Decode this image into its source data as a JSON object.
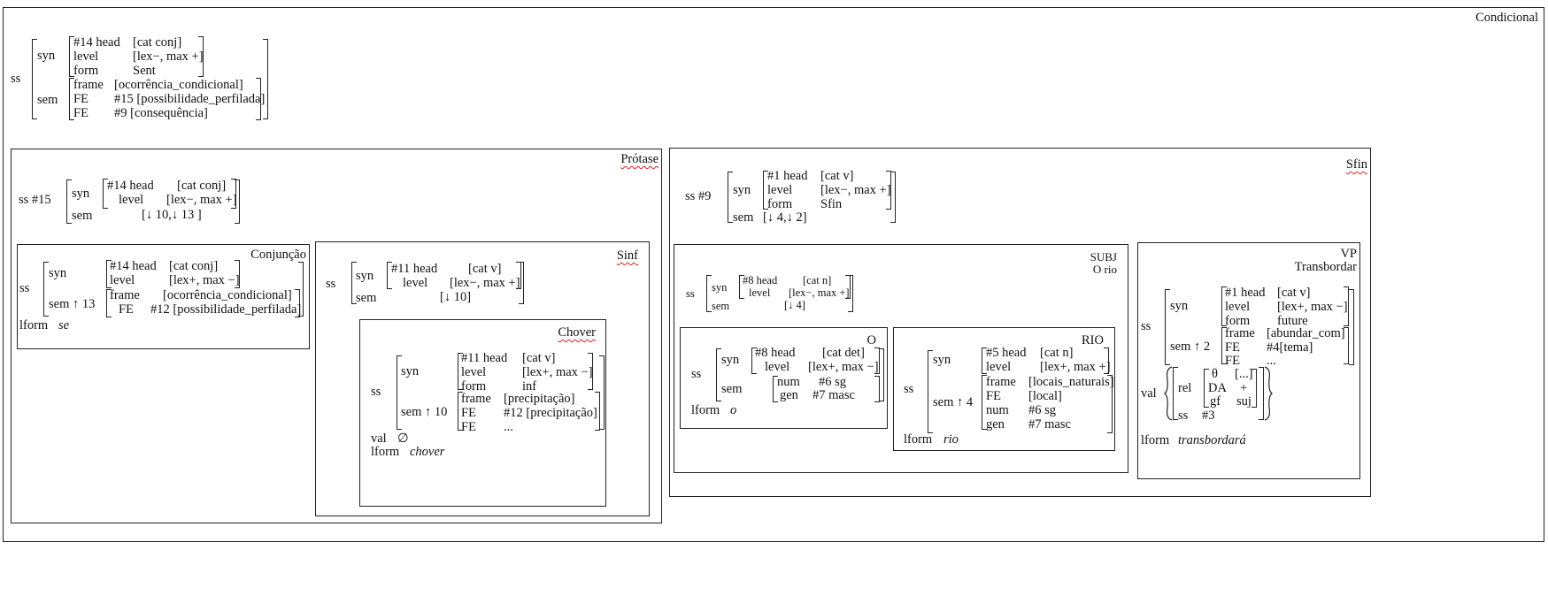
{
  "titles": {
    "condicional": "Condicional",
    "protase": "Prótase",
    "sfin": "Sfin",
    "conjuncao": "Conjunção",
    "sinf": "Sinf",
    "chover": "Chover",
    "subj": "SUBJ",
    "subj_sub": "O rio",
    "o": "O",
    "rio": "RIO",
    "vp": "VP",
    "vp_sub": "Transbordar"
  },
  "cond": {
    "ss": "ss",
    "syn": "syn",
    "sem": "sem",
    "head_key": "#14 head",
    "head_val": "[cat conj]",
    "level_key": "level",
    "level_val": "[lex−, max +]",
    "form_key": "form",
    "form_val": "Sent",
    "frame_key": "frame",
    "frame_val": "[ocorrência_condicional]",
    "fe_key": "FE",
    "fe1_val": "#15 [possibilidade_perfilada]",
    "fe2_val": "#9 [consequência]"
  },
  "prot": {
    "ss": "ss  #15",
    "syn": "syn",
    "sem": "sem",
    "head_key": "#14 head",
    "head_val": "[cat conj]",
    "level_key": "level",
    "level_val": "[lex−, max +]",
    "sem_val": "[↓ 10,↓ 13 ]"
  },
  "conj": {
    "ss": "ss",
    "syn": "syn",
    "sem": "sem ↑ 13",
    "head_key": "#14 head",
    "head_val": "[cat conj]",
    "level_key": "level",
    "level_val": "[lex+, max −]",
    "frame_key": "frame",
    "frame_val": "[ocorrência_condicional]",
    "fe_key": "FE",
    "fe_val": "#12 [possibilidade_perfilada]",
    "lform": "lform",
    "lform_val": "se"
  },
  "sinf": {
    "ss": "ss",
    "syn": "syn",
    "sem": "sem",
    "head_key": "#11 head",
    "head_val": "[cat v]",
    "level_key": "level",
    "level_val": "[lex−, max +]",
    "sem_val": "[↓ 10]"
  },
  "chover": {
    "ss": "ss",
    "syn": "syn",
    "sem": "sem ↑ 10",
    "head_key": "#11 head",
    "head_val": "[cat v]",
    "level_key": "level",
    "level_val": "[lex+, max −]",
    "form_key": "form",
    "form_val": "inf",
    "frame_key": "frame",
    "frame_val": "[precipitação]",
    "fe_key": "FE",
    "fe1_val": "#12 [precipitação]",
    "fe2_val": "...",
    "val": "val",
    "val_val": "∅",
    "lform": "lform",
    "lform_val": "chover"
  },
  "sfin": {
    "ss": "ss  #9",
    "syn": "syn",
    "sem": "sem",
    "head_key": "#1 head",
    "head_val": "[cat v]",
    "level_key": "level",
    "level_val": "[lex−, max +]",
    "form_key": "form",
    "form_val": "Sfin",
    "sem_val": "[↓ 4,↓ 2]"
  },
  "subj": {
    "ss": "ss",
    "syn": "syn",
    "sem": "sem",
    "head_key": "#8 head",
    "head_val": "[cat n]",
    "level_key": "level",
    "level_val": "[lex−, max +]",
    "sem_val": "[↓ 4]"
  },
  "o": {
    "ss": "ss",
    "syn": "syn",
    "sem": "sem",
    "head_key": "#8 head",
    "head_val": "[cat det]",
    "level_key": "level",
    "level_val": "[lex+, max −]",
    "num_key": "num",
    "num_val": "#6 sg",
    "gen_key": "gen",
    "gen_val": "#7 masc",
    "lform": "lform",
    "lform_val": "o"
  },
  "rio": {
    "ss": "ss",
    "syn": "syn",
    "sem": "sem ↑ 4",
    "head_key": "#5 head",
    "head_val": "[cat n]",
    "level_key": "level",
    "level_val": "[lex+, max +]",
    "frame_key": "frame",
    "frame_val": "[locais_naturais]",
    "fe_key": "FE",
    "fe_val": "[local]",
    "num_key": "num",
    "num_val": "#6 sg",
    "gen_key": "gen",
    "gen_val": "#7 masc",
    "lform": "lform",
    "lform_val": "rio"
  },
  "vp": {
    "ss": "ss",
    "syn": "syn",
    "sem": "sem ↑ 2",
    "head_key": "#1 head",
    "head_val": "[cat v]",
    "level_key": "level",
    "level_val": "[lex+, max −]",
    "form_key": "form",
    "form_val": "future",
    "frame_key": "frame",
    "frame_val": "[abundar_com]",
    "fe_key": "FE",
    "fe1_val": "#4[tema]",
    "fe2_val": "...",
    "val": "val",
    "rel": "rel",
    "theta": "θ",
    "theta_val": "[...]",
    "da": "DA",
    "da_val": "+",
    "gf": "gf",
    "gf_val": "suj",
    "ss2": "ss",
    "ss2_val": "#3",
    "lform": "lform",
    "lform_val": "transbordará"
  }
}
